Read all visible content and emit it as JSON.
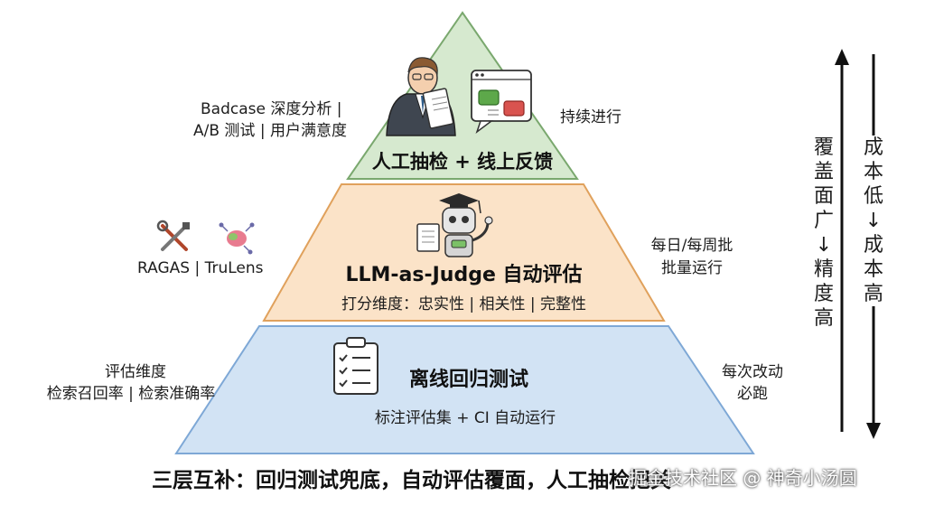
{
  "tiers": {
    "top": {
      "title": "人工抽检 + 线上反馈",
      "left_line1": "Badcase 深度分析 |",
      "left_line2": "A/B 测试 | 用户满意度",
      "right": "持续进行",
      "color": "#d6e9cf"
    },
    "middle": {
      "title": "LLM-as-Judge 自动评估",
      "subtitle": "打分维度：忠实性 | 相关性 | 完整性",
      "left": "RAGAS | TruLens",
      "right_line1": "每日/每周批",
      "right_line2": "批量运行",
      "color": "#fbe3c8"
    },
    "bottom": {
      "title": "离线回归测试",
      "subtitle": "标注评估集 + CI 自动运行",
      "left_line1": "评估维度",
      "left_line2": "检索召回率 | 检索准确率",
      "right_line1": "每次改动",
      "right_line2": "必跑",
      "color": "#d2e3f4"
    }
  },
  "axes": {
    "left_arrow_text": "覆盖面广↓精度高",
    "right_arrow_text": "成本低↓成本高"
  },
  "footer": {
    "summary": "三层互补：回归测试兜底，自动评估覆面，人工抽检把关",
    "watermark": "掘金技术社区 @ 神奇小汤圆"
  },
  "icons": [
    "person-reading-icon",
    "feedback-thumbs-icon",
    "robot-graduate-icon",
    "tools-icon",
    "trulens-brain-icon",
    "checklist-clipboard-icon"
  ]
}
